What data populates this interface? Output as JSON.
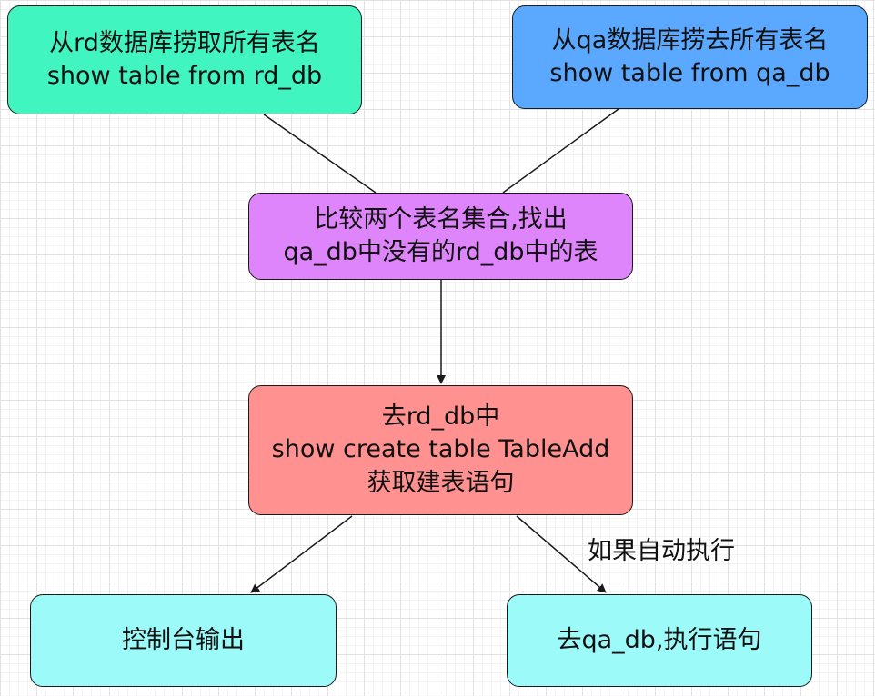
{
  "nodes": {
    "rd_fetch": {
      "line1": "从rd数据库捞取所有表名",
      "line2": "show table from rd_db",
      "color": "#40f5c0"
    },
    "qa_fetch": {
      "line1": "从qa数据库捞去所有表名",
      "line2": "show table from qa_db",
      "color": "#5aa8ff"
    },
    "compare": {
      "line1": "比较两个表名集合,找出",
      "line2": "qa_db中没有的rd_db中的表",
      "color": "#df85fb"
    },
    "show_create": {
      "line1": "去rd_db中",
      "line2": "show create table TableAdd",
      "line3": "获取建表语句",
      "color": "#ff9290"
    },
    "console": {
      "line1": "控制台输出",
      "color": "#9cfaf8"
    },
    "execute": {
      "line1": "去qa_db,执行语句",
      "color": "#9cfaf8"
    }
  },
  "edges": {
    "auto_exec_label": "如果自动执行"
  }
}
